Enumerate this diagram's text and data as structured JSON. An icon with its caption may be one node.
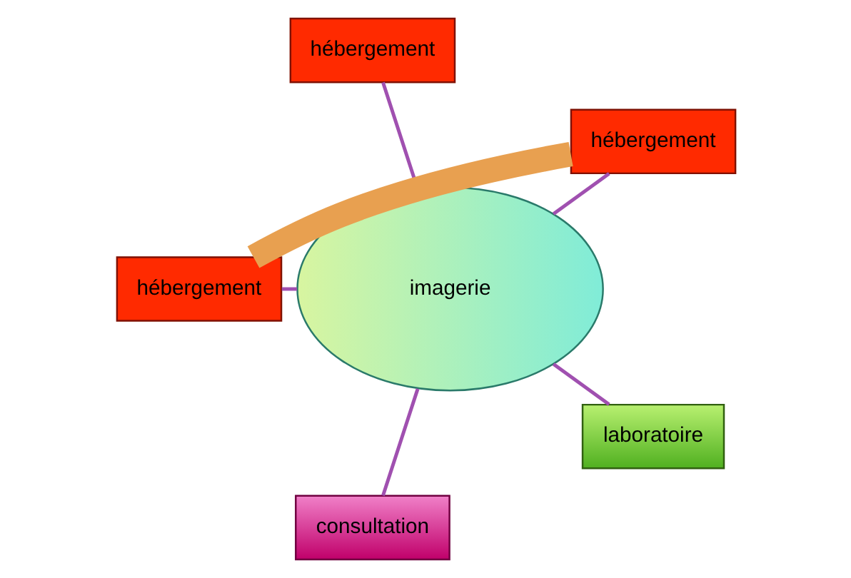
{
  "diagram": {
    "nodes": [
      {
        "text": [
          "imagerie"
        ]
      },
      {
        "text": [
          "hébergement"
        ]
      },
      {
        "text": [
          "hébergement"
        ]
      },
      {
        "text": [
          "hébergement"
        ]
      },
      {
        "text": [
          "consultation"
        ]
      },
      {
        "text": [
          "laboratoire"
        ]
      }
    ],
    "edges": [
      {
        "from": 0,
        "to": 1,
        "arrow": "none"
      },
      {
        "from": 0,
        "to": 2,
        "arrow": "none"
      },
      {
        "from": 0,
        "to": 3,
        "arrow": "none"
      },
      {
        "from": 0,
        "to": 4,
        "arrow": "none"
      },
      {
        "from": 0,
        "to": 5,
        "arrow": "none"
      },
      {
        "from": 1,
        "to": 3,
        "arrow": "none",
        "style": "thick",
        "color": "#e8a050"
      }
    ]
  }
}
